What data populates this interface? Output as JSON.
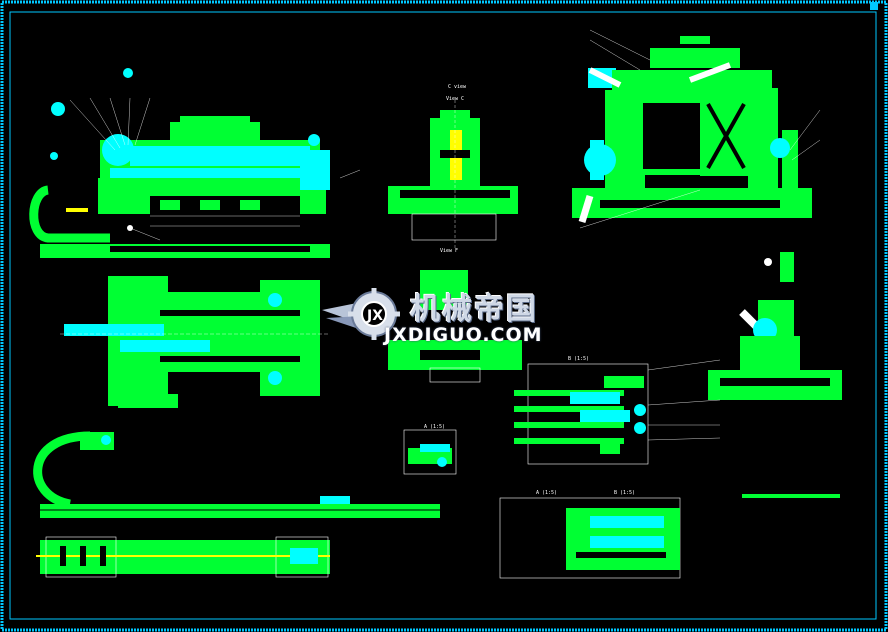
{
  "watermark": {
    "title": "机械帝国",
    "subtitle": "JXDIGUO.COM"
  },
  "labels": {
    "view_top_a": "C view",
    "view_top_b": "View C",
    "view_c_small": "View F",
    "detail_1": "B (1:5)",
    "detail_2": "A (1:5)",
    "detail_3": "A (1:5)",
    "detail_4": "B (1:5)"
  },
  "colors": {
    "background": "#000000",
    "border": "#00c8ff",
    "drawing_green": "#00ff33",
    "drawing_cyan": "#00ffff",
    "drawing_white": "#ffffff",
    "drawing_yellow": "#ffff00"
  }
}
